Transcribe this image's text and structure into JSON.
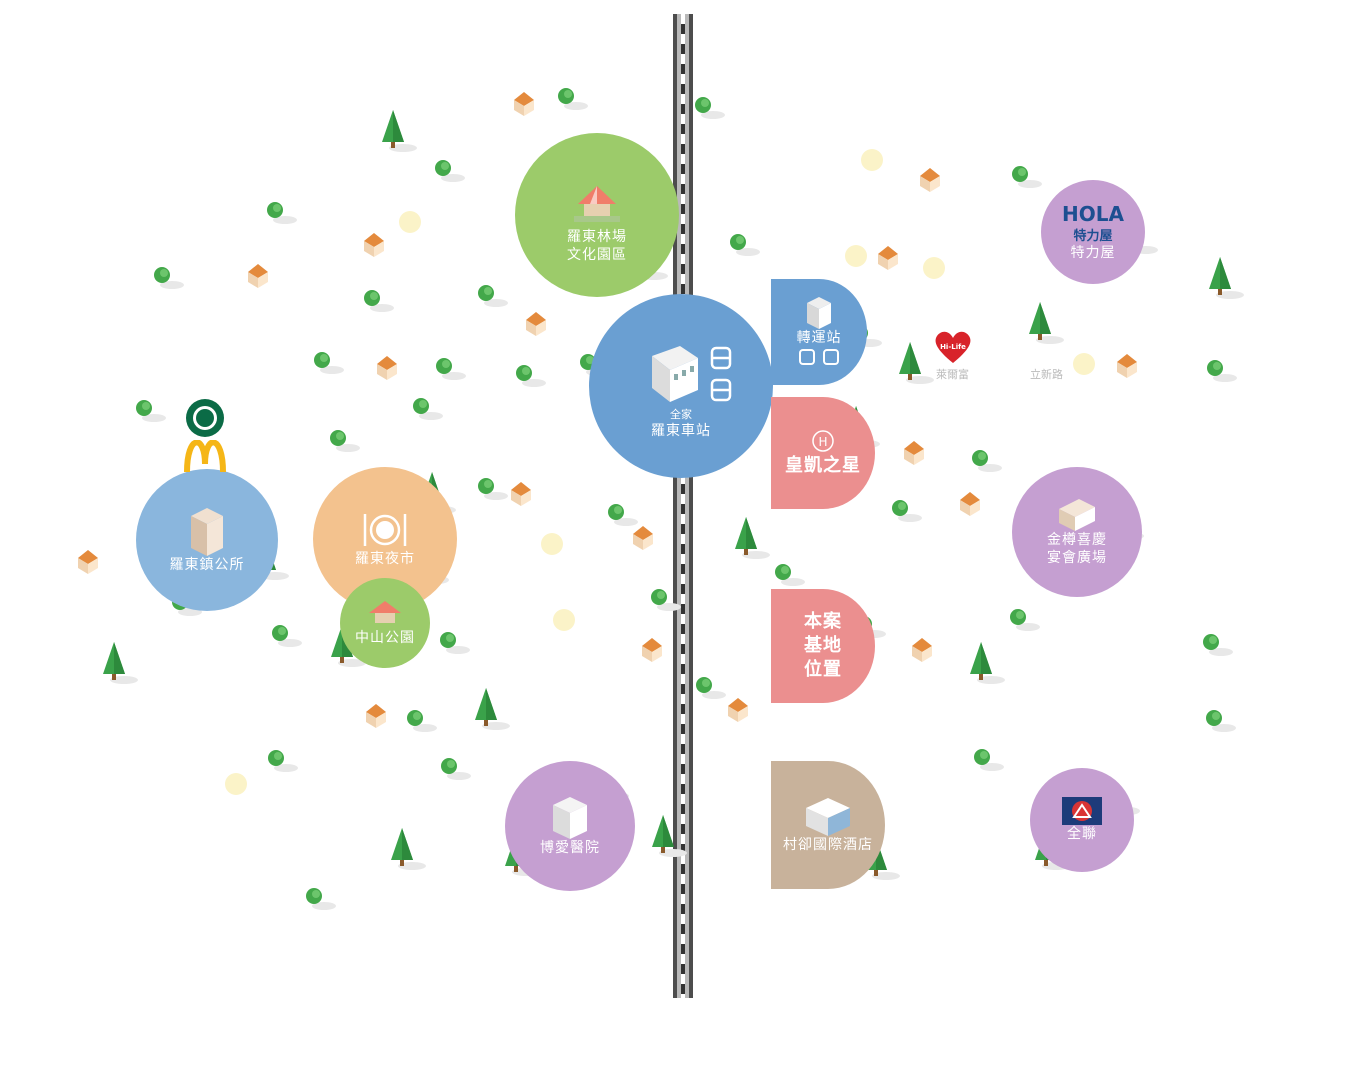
{
  "pois": {
    "forest_park": "羅東林場\n文化園區",
    "station_family": "全家",
    "station": "羅東車站",
    "bus_station": "轉運站",
    "hotel_star": "皇凱之星",
    "site": "本案\n基地\n位置",
    "hotel_country": "村卻國際酒店",
    "hospital": "博愛醫院",
    "town_office": "羅東鎮公所",
    "night_market": "羅東夜市",
    "park": "中山公園",
    "hola_logo": "HOLA",
    "hola_sub": "特力屋",
    "hola": "特力屋",
    "banquet": "金樽喜慶\n宴會廣場",
    "pxmart": "全聯",
    "hilife": "Hi-Life",
    "faint_1": "萊爾富",
    "faint_2": "立新路"
  },
  "colors": {
    "blue": "#6a9fd2",
    "green": "#9ccb6a",
    "orange": "#f3c28e",
    "purple": "#c59fd1",
    "pink": "#eb8f8f",
    "tan": "#c8b29b"
  }
}
